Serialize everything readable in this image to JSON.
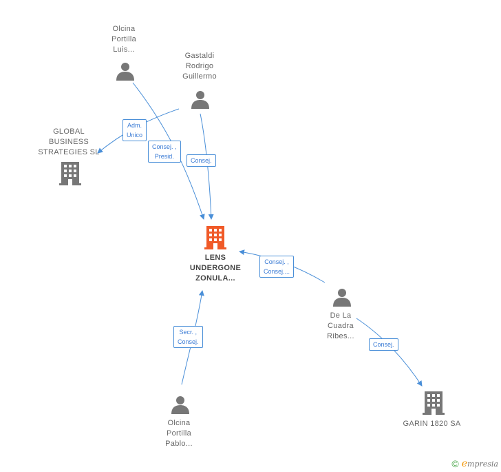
{
  "nodes": {
    "olcina_luis": {
      "label": "Olcina\nPortilla\nLuis..."
    },
    "gastaldi": {
      "label": "Gastaldi\nRodrigo\nGuillermo"
    },
    "global_business": {
      "label": "GLOBAL\nBUSINESS\nSTRATEGIES SL"
    },
    "lens": {
      "label": "LENS\nUNDERGONE\nZONULA..."
    },
    "de_la_cuadra": {
      "label": "De La\nCuadra\nRibes..."
    },
    "olcina_pablo": {
      "label": "Olcina\nPortilla\nPablo..."
    },
    "garin": {
      "label": "GARIN 1820 SA"
    }
  },
  "edges": {
    "adm_unico": "Adm.\nUnico",
    "consej_presid": "Consej. ,\nPresid.",
    "consej_gastaldi": "Consej.",
    "consej_consej": "Consej. ,\nConsej....",
    "secr_consej": "Secr. ,\nConsej.",
    "consej_garin": "Consej."
  },
  "colors": {
    "person": "#777777",
    "company": "#777777",
    "main_company": "#f05a28",
    "edge": "#4a8fd8"
  },
  "footer": {
    "copyright": "©",
    "brand_e": "e",
    "brand_rest": "mpresia"
  }
}
